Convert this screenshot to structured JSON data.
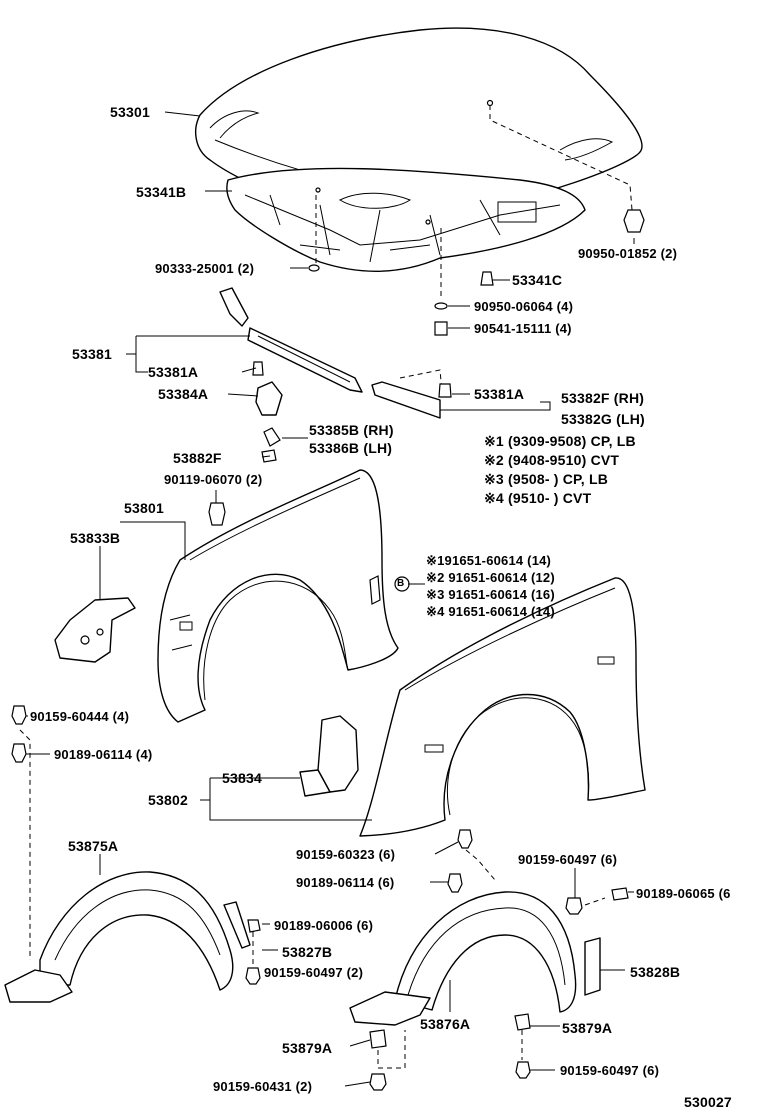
{
  "labels": {
    "p53301": "53301",
    "p53341B": "53341B",
    "p90333": "90333-25001 (2)",
    "p90950a": "90950-01852 (2)",
    "p53341C": "53341C",
    "p90950b": "90950-06064 (4)",
    "p90541": "90541-15111 (4)",
    "p53381": "53381",
    "p53381A_l": "53381A",
    "p53384A": "53384A",
    "p53381A_r": "53381A",
    "p53382F": "53382F (RH)",
    "p53382G": "53382G (LH)",
    "p53385B": "53385B (RH)",
    "p53386B": "53386B (LH)",
    "p53882F": "53882F",
    "p90119": "90119-06070 (2)",
    "p53801": "53801",
    "p53833B": "53833B",
    "p90159_60444": "90159-60444 (4)",
    "p90189_06114a": "90189-06114 (4)",
    "p53834": "53834",
    "p53802": "53802",
    "p53875A": "53875A",
    "p90159_60323": "90159-60323 (6)",
    "p90189_06114b": "90189-06114 (6)",
    "p90159_60497a": "90159-60497 (6)",
    "p90189_06065": "90189-06065 (6",
    "p90189_06006": "90189-06006 (6)",
    "p53827B": "53827B",
    "p90159_60497b": "90159-60497 (2)",
    "p53828B": "53828B",
    "p53876A": "53876A",
    "p53879A_r": "53879A",
    "p53879A_l": "53879A",
    "p90159_60431": "90159-60431 (2)",
    "p90159_60497c": "90159-60497 (6)",
    "b_marker": "B",
    "catalog": "530027"
  },
  "notes": [
    "※1 (9309-9508) CP, LB",
    "※2 (9408-9510) CVT",
    "※3 (9508-        ) CP, LB",
    "※4 (9510-        ) CVT"
  ],
  "clip_notes": [
    "※191651-60614 (14)",
    "※2 91651-60614 (12)",
    "※3 91651-60614 (16)",
    "※4 91651-60614 (14)"
  ]
}
